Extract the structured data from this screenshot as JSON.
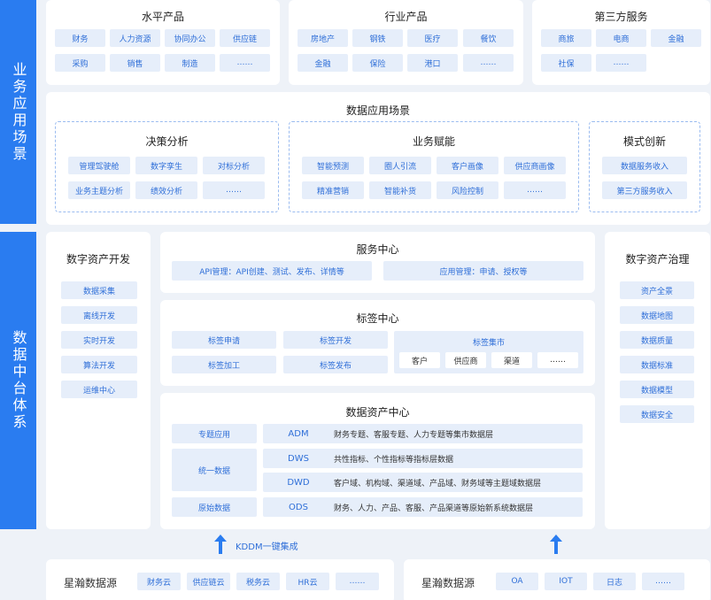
{
  "side_top": "业务应用场景",
  "side_mid": "数据中台体系",
  "horizontal": {
    "title": "水平产品",
    "items": [
      "财务",
      "人力资源",
      "协同办公",
      "供应链",
      "采购",
      "销售",
      "制造",
      "……"
    ]
  },
  "industry": {
    "title": "行业产品",
    "items": [
      "房地产",
      "钢铁",
      "医疗",
      "餐饮",
      "金融",
      "保险",
      "港口",
      "……"
    ]
  },
  "third": {
    "title": "第三方服务",
    "items": [
      "商旅",
      "电商",
      "金融",
      "社保",
      "……"
    ]
  },
  "scene": {
    "title": "数据应用场景",
    "decision": {
      "title": "决策分析",
      "items": [
        "管理驾驶舱",
        "数字孪生",
        "对标分析",
        "业务主题分析",
        "绩效分析",
        "……"
      ]
    },
    "enable": {
      "title": "业务赋能",
      "items": [
        "智能预测",
        "圈人引流",
        "客户画像",
        "供应商画像",
        "精准营销",
        "智能补货",
        "风险控制",
        "……"
      ]
    },
    "model": {
      "title": "模式创新",
      "items": [
        "数据服务收入",
        "第三方服务收入"
      ]
    }
  },
  "dev": {
    "title": "数字资产开发",
    "items": [
      "数据采集",
      "离线开发",
      "实时开发",
      "算法开发",
      "运维中心"
    ]
  },
  "gov": {
    "title": "数字资产治理",
    "items": [
      "资产全景",
      "数据地图",
      "数据质量",
      "数据标准",
      "数据模型",
      "数据安全"
    ]
  },
  "service": {
    "title": "服务中心",
    "api": "API管理：API创建、测试、发布、详情等",
    "app": "应用管理：申请、授权等"
  },
  "tag": {
    "title": "标签中心",
    "items": [
      "标签申请",
      "标签开发",
      "标签加工",
      "标签发布"
    ],
    "market": {
      "title": "标签集市",
      "items": [
        "客户",
        "供应商",
        "渠道",
        "……"
      ]
    }
  },
  "asset": {
    "title": "数据资产中心",
    "left": [
      "专题应用",
      "统一数据",
      "原始数据"
    ],
    "layers": [
      {
        "code": "ADM",
        "desc": "财务专题、客服专题、人力专题等集市数据层"
      },
      {
        "code": "DWS",
        "desc": "共性指标、个性指标等指标层数据"
      },
      {
        "code": "DWD",
        "desc": "客户域、机构域、渠道域、产品域、财务域等主题域数据层"
      },
      {
        "code": "ODS",
        "desc": "财务、人力、产品、客服、产品渠道等原始新系统数据层"
      }
    ]
  },
  "kddm": "KDDM一键集成",
  "source1": {
    "title": "星瀚数据源",
    "items": [
      "财务云",
      "供应链云",
      "税务云",
      "HR云",
      "……"
    ]
  },
  "source2": {
    "title": "星瀚数据源",
    "items": [
      "OA",
      "IOT",
      "日志",
      "……"
    ]
  }
}
